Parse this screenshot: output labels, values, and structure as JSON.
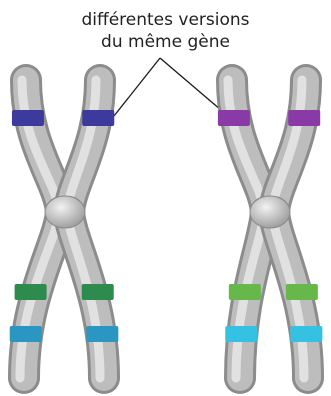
{
  "caption": {
    "line1": "différentes versions",
    "line2": "du même gène"
  },
  "colors": {
    "chromosome_light": "#e8e8e8",
    "chromosome_mid": "#bdbdbd",
    "chromosome_dark": "#8c8c8c",
    "pointer_line": "#1a1a1a"
  },
  "chromosomes": [
    {
      "name": "chromosome-left",
      "bands": [
        {
          "gene": "top",
          "color": "#3d3a9e"
        },
        {
          "gene": "middle",
          "color": "#2e8b4e"
        },
        {
          "gene": "bottom",
          "color": "#2a97c2"
        }
      ]
    },
    {
      "name": "chromosome-right",
      "bands": [
        {
          "gene": "top",
          "color": "#8a3aa6"
        },
        {
          "gene": "middle",
          "color": "#66b84a"
        },
        {
          "gene": "bottom",
          "color": "#35c2e2"
        }
      ]
    }
  ]
}
